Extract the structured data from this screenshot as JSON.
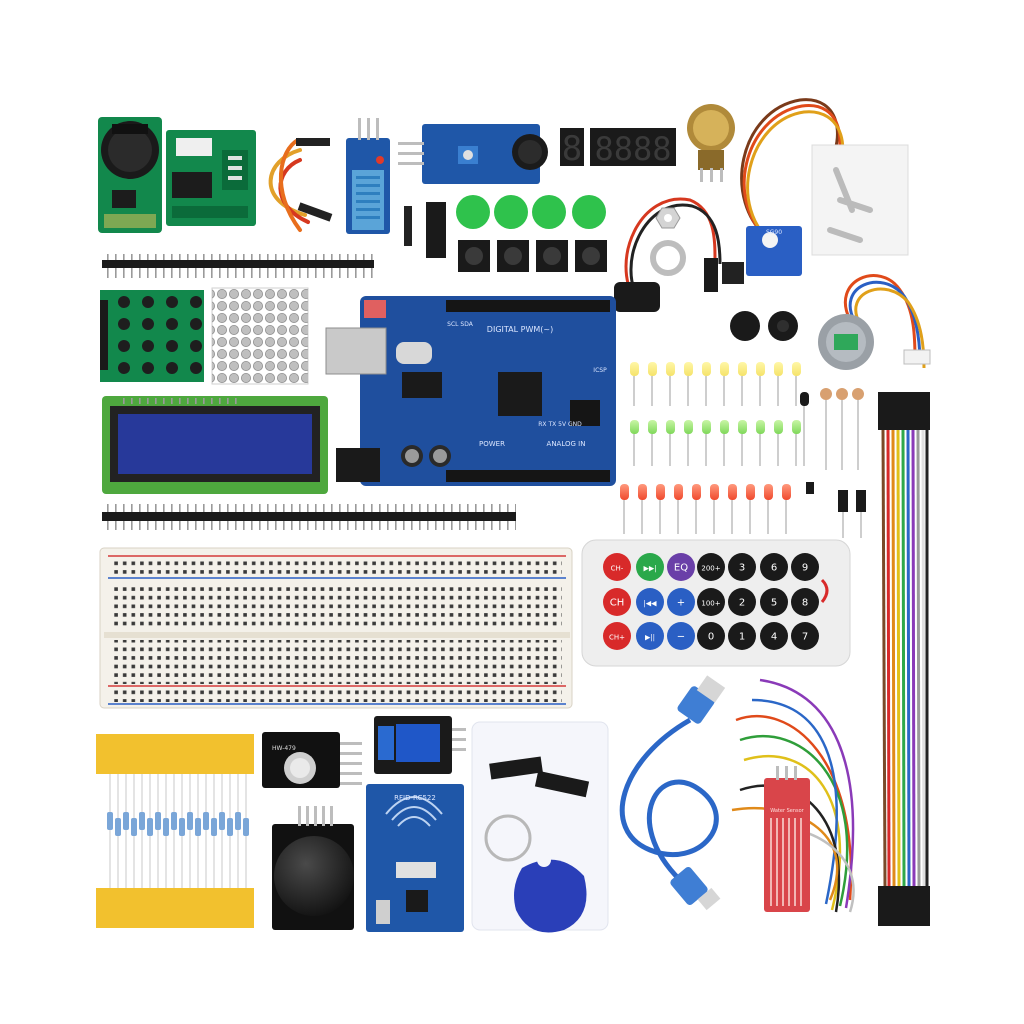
{
  "colors": {
    "board_blue": "#1f4f9e",
    "pcb_green": "#0f8a4a",
    "lcd_blue": "#27399a",
    "breadboard": "#f4f1ea",
    "remote_body": "#eeeeee",
    "remote_red": "#d82a2a",
    "remote_green": "#2aa84a",
    "remote_blue": "#2a5fc4",
    "remote_purple": "#6a3fa8",
    "resistor_tape": "#f2c12e",
    "water_sensor": "#d9454a",
    "usb_cable": "#2b67c7",
    "keyfob": "#2a3fb8"
  },
  "board": {
    "silk_digital": "DIGITAL PWM(~)",
    "silk_power": "POWER",
    "silk_analog": "ANALOG IN",
    "silk_pins": "RX TX 5V GND",
    "silk_scl": "SCL SDA",
    "silk_icsp": "ICSP"
  },
  "rfid": {
    "label": "RFID-RC522"
  },
  "rotary": {
    "label": "HW-479"
  },
  "water": {
    "label": "Water Sensor"
  },
  "servo": {
    "label": "SG90"
  },
  "segment": {
    "single": "8",
    "quad": "8888"
  },
  "remote": {
    "row1": [
      "CH-",
      "▶▶|",
      "EQ",
      "200+",
      "3",
      "6",
      "9"
    ],
    "row2": [
      "CH",
      "|◀◀",
      "+",
      "100+",
      "2",
      "5",
      "8"
    ],
    "row3": [
      "CH+",
      "▶||",
      "−",
      "0",
      "1",
      "4",
      "7"
    ]
  },
  "icons": {
    "arduino": "microcontroller-board-icon",
    "remote": "ir-remote-icon",
    "keyfob": "rfid-keyfob-icon"
  }
}
